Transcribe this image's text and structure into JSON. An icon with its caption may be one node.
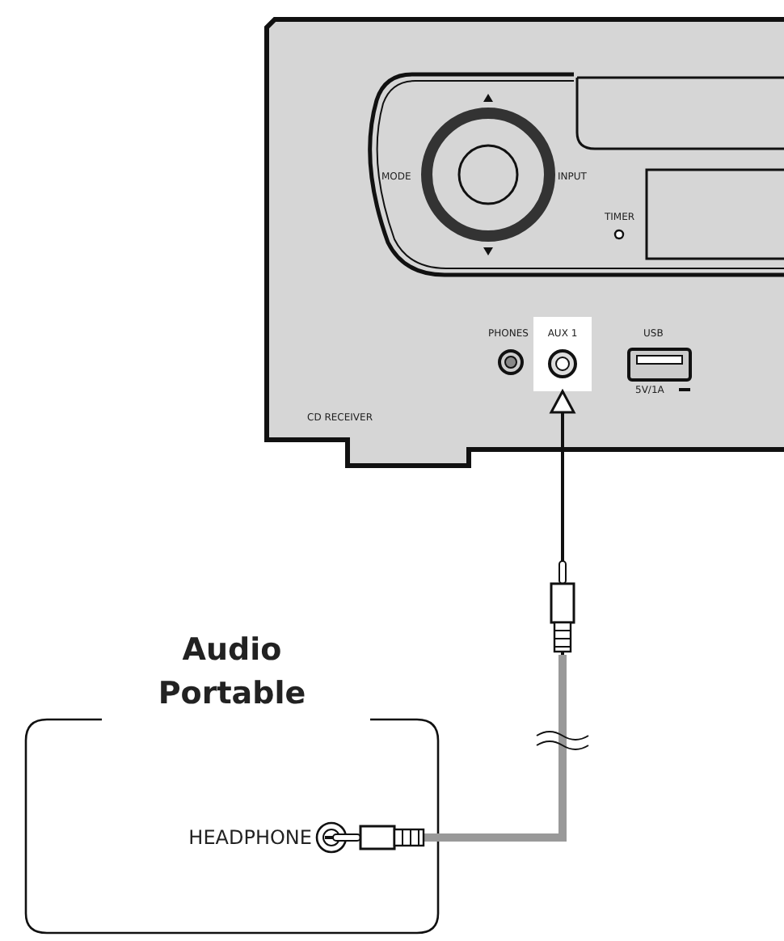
{
  "diagram": {
    "nodes": [
      {
        "text": [
          "AUX 1"
        ]
      },
      {
        "text": [
          "Audio Portable"
        ]
      },
      {
        "text": [
          "HEADPHONE"
        ],
        "in": 1
      }
    ],
    "edges": [
      {
        "from": 2,
        "to": 0,
        "arrow": "to"
      }
    ],
    "labels": [
      "MODE",
      "INPUT",
      "TIMER",
      "PHONES",
      "USB",
      "5V/1A",
      "CD RECEIVER"
    ]
  }
}
